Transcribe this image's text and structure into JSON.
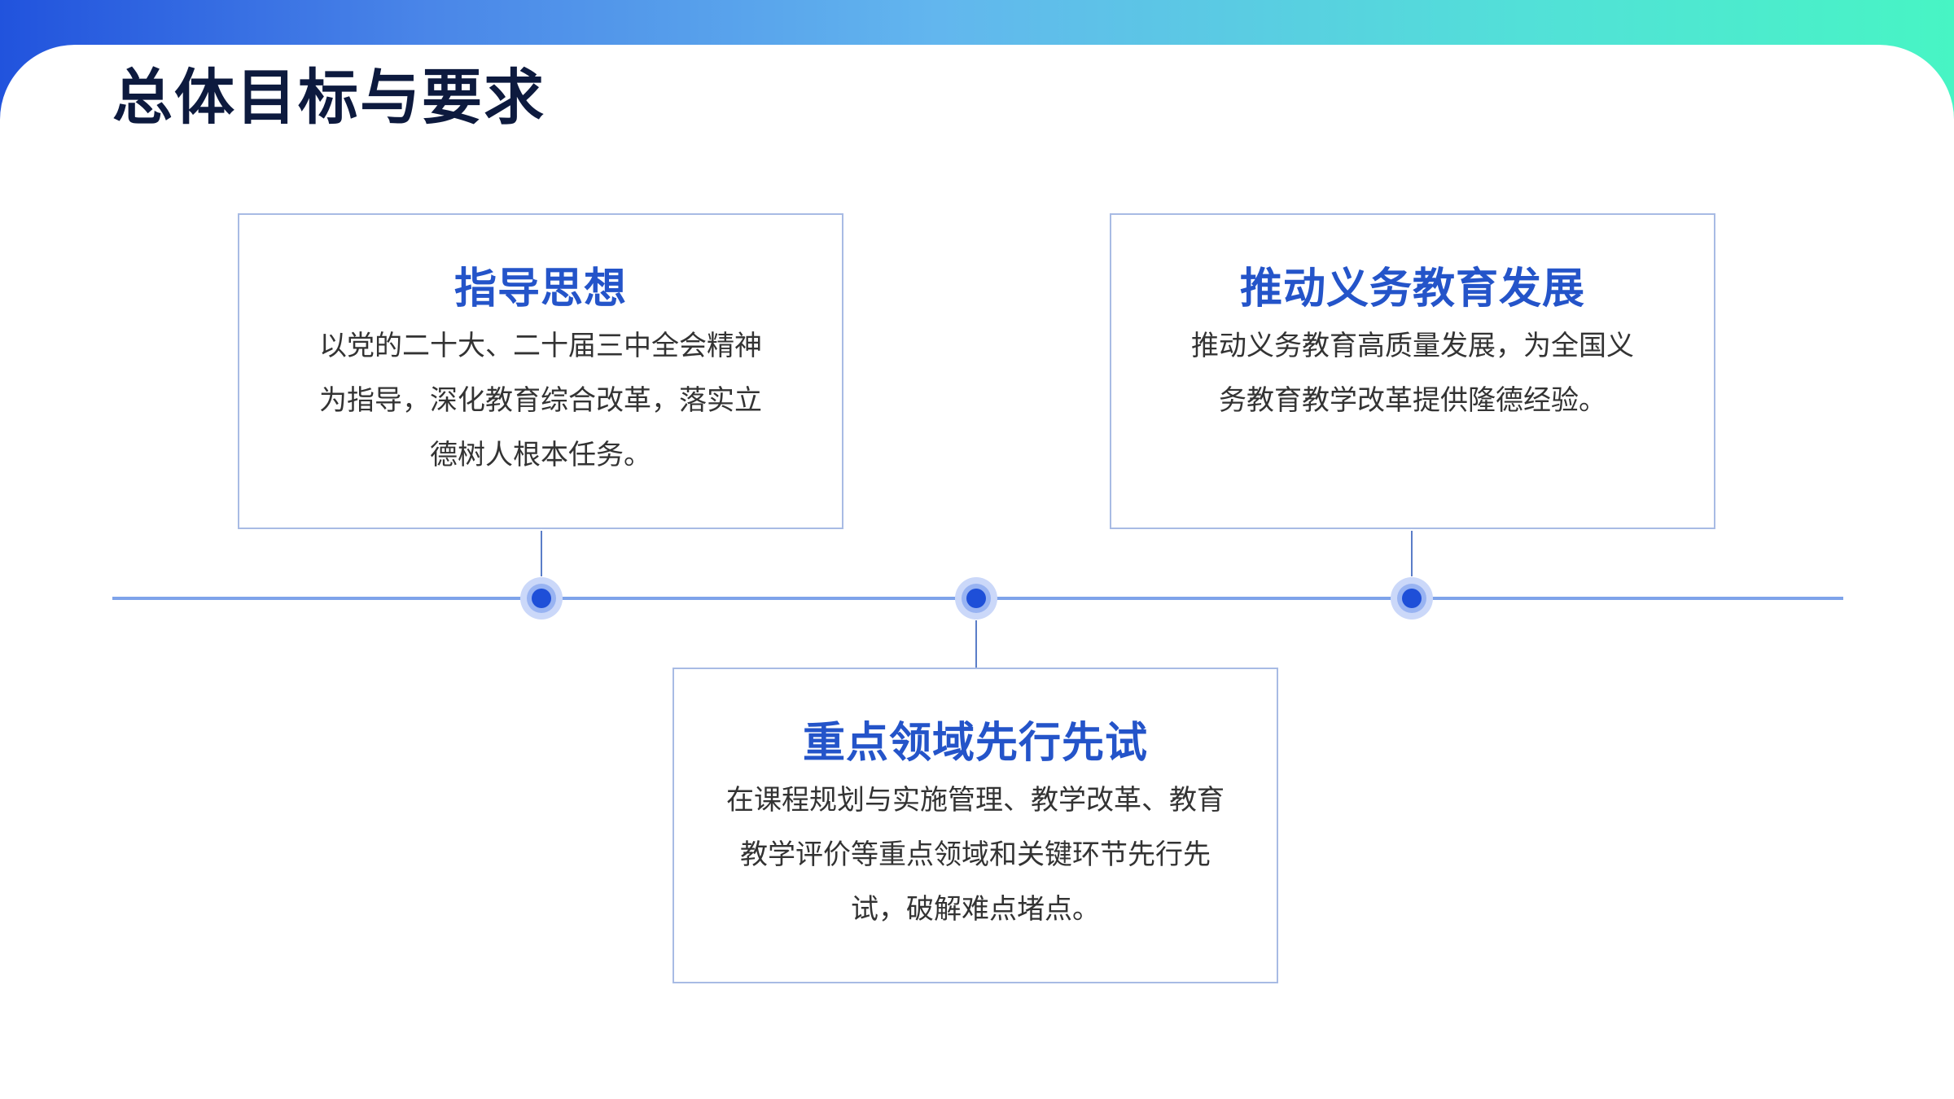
{
  "title": "总体目标与要求",
  "colors": {
    "accent_blue": "#2454c9",
    "node_blue": "#1e4fd8",
    "timeline": "#7ea3ea",
    "title_navy": "#0d1a3e",
    "gradient_start": "#2153dd",
    "gradient_end": "#47f5c4"
  },
  "cards": [
    {
      "heading": "指导思想",
      "body": "以党的二十大、二十届三中全会精神为指导，深化教育综合改革，落实立德树人根本任务。"
    },
    {
      "heading": "重点领域先行先试",
      "body": "在课程规划与实施管理、教学改革、教育教学评价等重点领域和关键环节先行先试，破解难点堵点。"
    },
    {
      "heading": "推动义务教育发展",
      "body": "推动义务教育高质量发展，为全国义务教育教学改革提供隆德经验。"
    }
  ]
}
